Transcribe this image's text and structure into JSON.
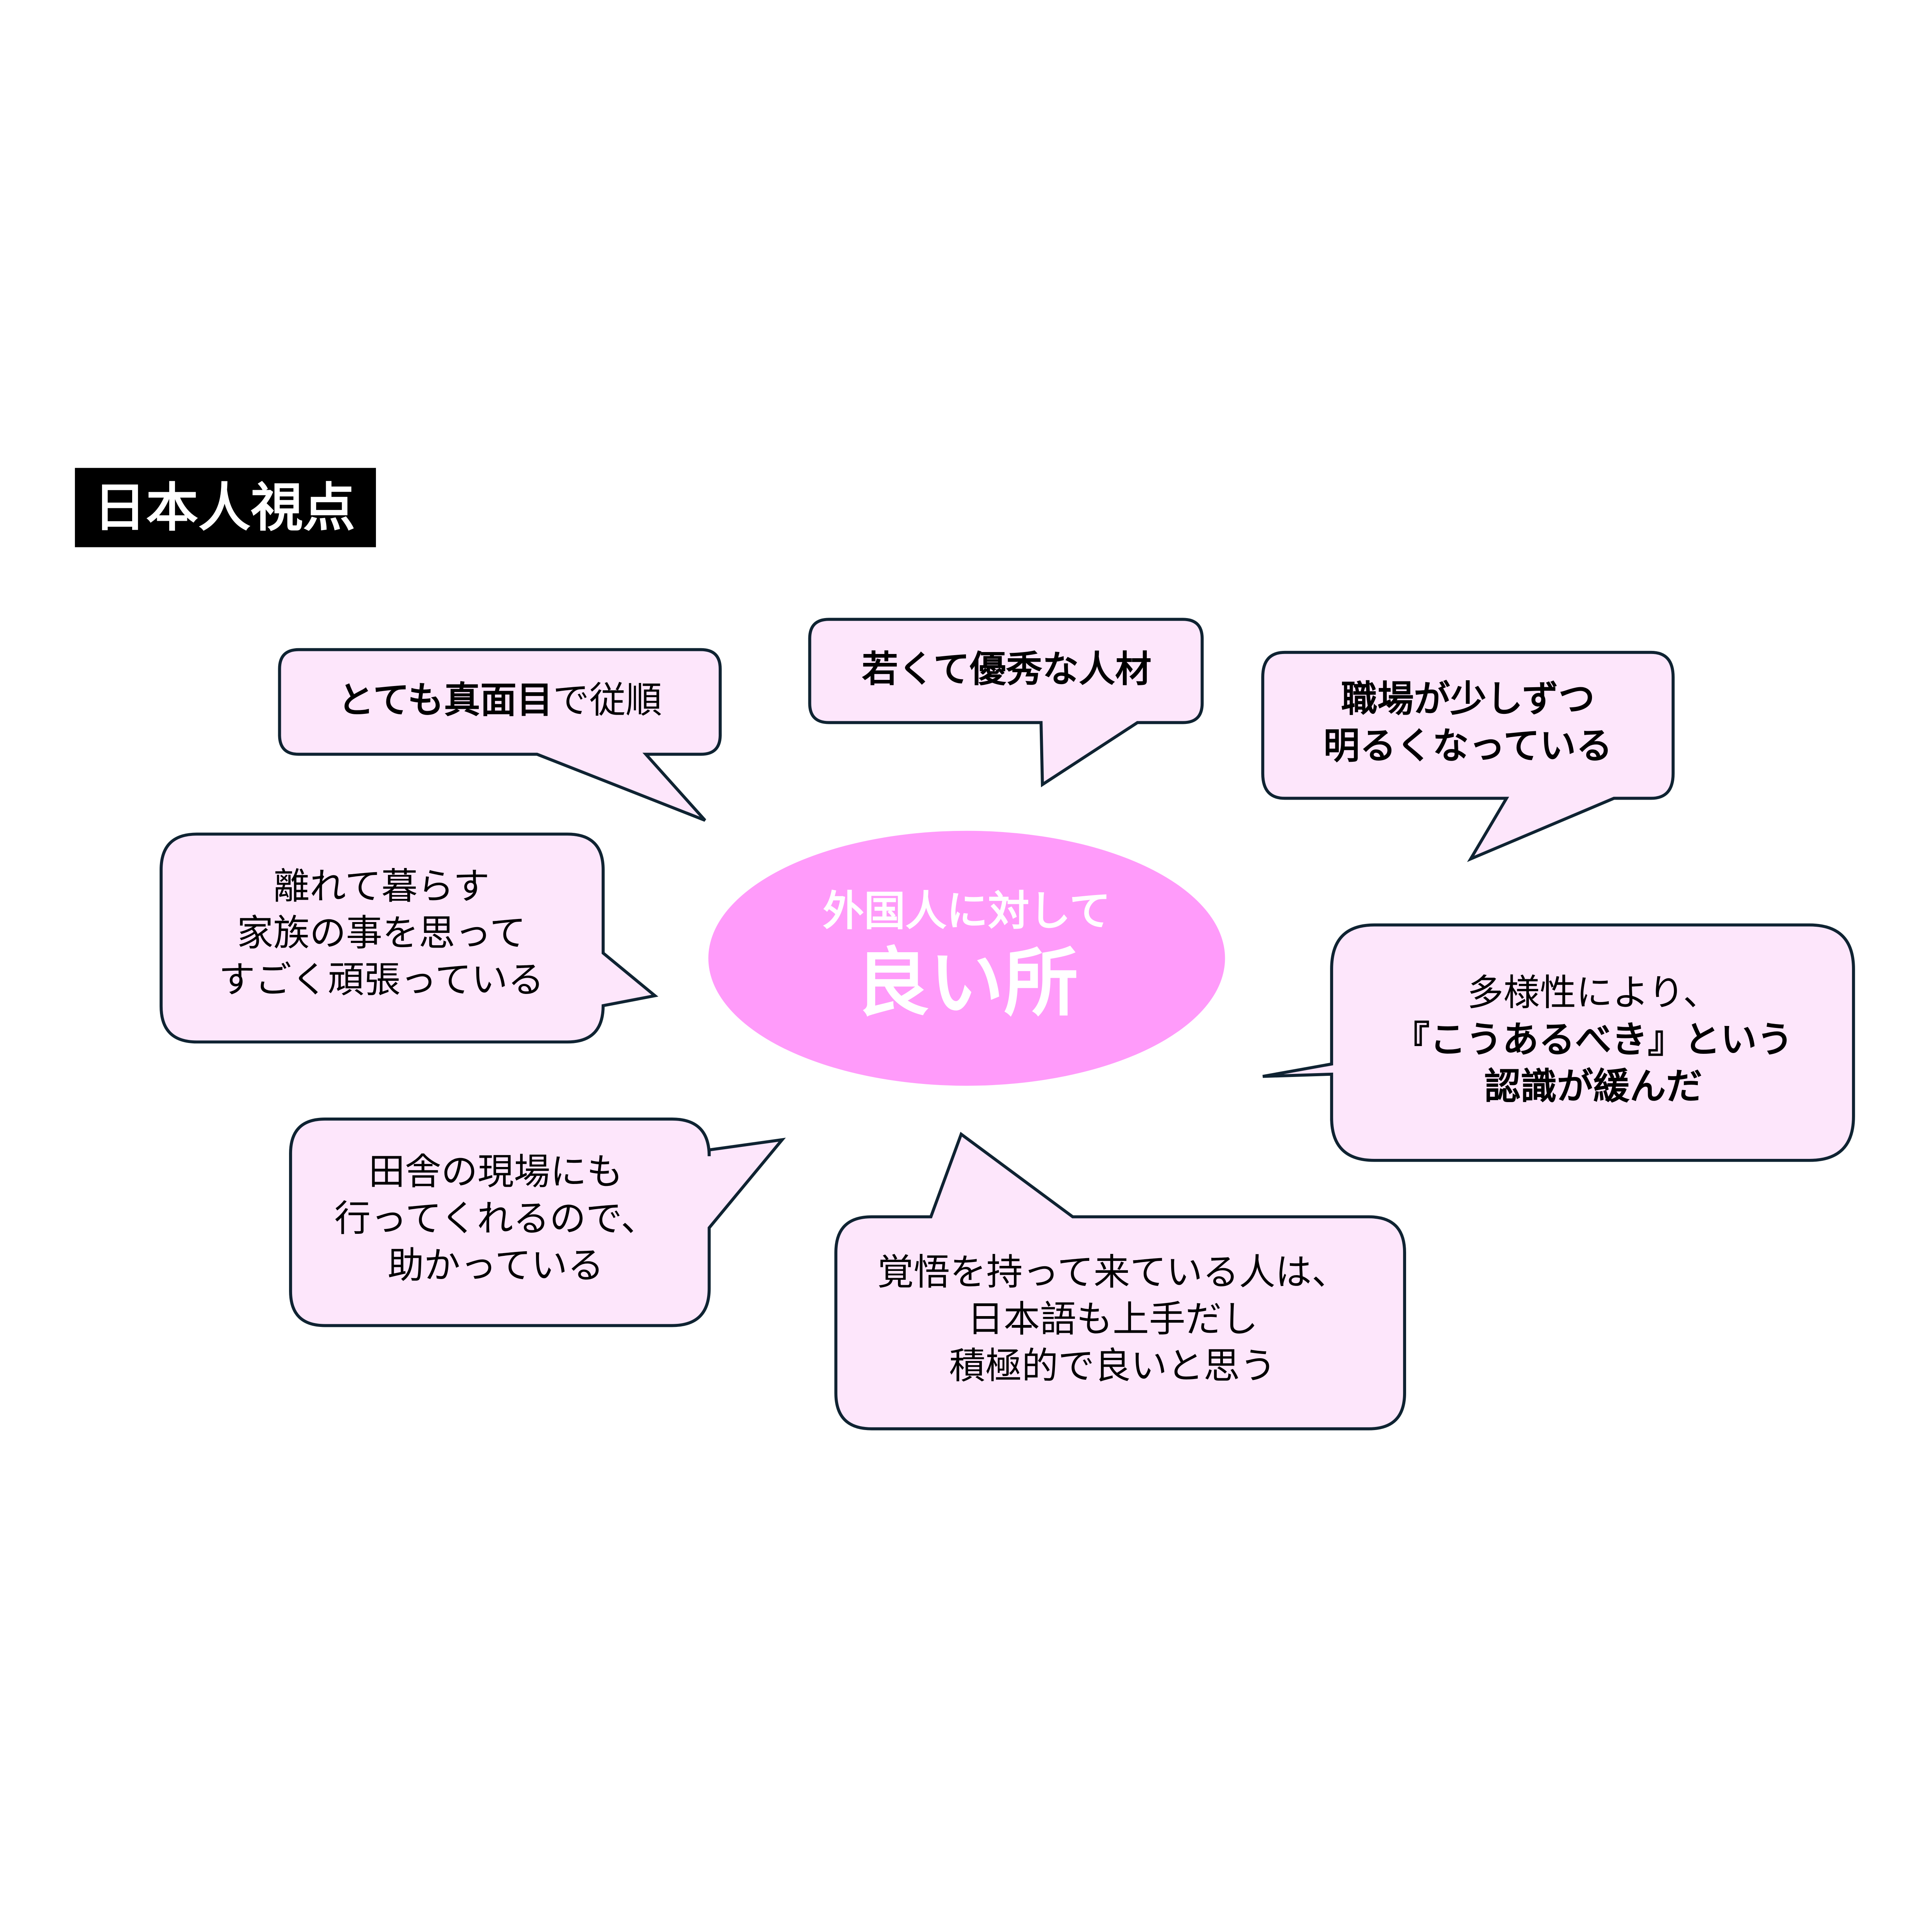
{
  "title": "日本人視点",
  "center": {
    "subtitle": "外国人に対して",
    "main": "良い所"
  },
  "colors": {
    "bubble_fill": "#fde6fb",
    "bubble_border": "#0f2332",
    "center_fill": "#ff9bfa",
    "title_bg": "#000000",
    "title_text": "#ffffff"
  },
  "bubbles": [
    {
      "id": "serious",
      "lines": [
        [
          {
            "text": "とても真面目",
            "bold": true
          },
          {
            "text": "で従順",
            "bold": false
          }
        ]
      ]
    },
    {
      "id": "young-talent",
      "lines": [
        [
          {
            "text": "若くて優秀な人材",
            "bold": true
          }
        ]
      ]
    },
    {
      "id": "brighter-workplace",
      "lines": [
        [
          {
            "text": "職場が少しずつ",
            "bold": true
          }
        ],
        [
          {
            "text": "明るくなっている",
            "bold": true
          }
        ]
      ]
    },
    {
      "id": "family",
      "lines": [
        [
          {
            "text": "離れて暮らす",
            "bold": false
          }
        ],
        [
          {
            "text": "家族の事を思って",
            "bold": false
          }
        ],
        [
          {
            "text": "すごく頑張っている",
            "bold": false
          }
        ]
      ]
    },
    {
      "id": "diversity",
      "lines": [
        [
          {
            "text": "多様性により、",
            "bold": false
          }
        ],
        [
          {
            "text": "『こうあるべき』という",
            "bold": true
          }
        ],
        [
          {
            "text": "認識が緩んだ",
            "bold": true
          }
        ]
      ]
    },
    {
      "id": "rural",
      "lines": [
        [
          {
            "text": "田舎の現場にも",
            "bold": false
          }
        ],
        [
          {
            "text": "行ってくれるので、",
            "bold": false
          }
        ],
        [
          {
            "text": "助かっている",
            "bold": false
          }
        ]
      ]
    },
    {
      "id": "determined",
      "lines": [
        [
          {
            "text": "覚悟を持って来ている人は、",
            "bold": false
          }
        ],
        [
          {
            "text": "日本語も上手だし",
            "bold": false
          }
        ],
        [
          {
            "text": "積極的で良いと思う",
            "bold": false
          }
        ]
      ]
    }
  ]
}
